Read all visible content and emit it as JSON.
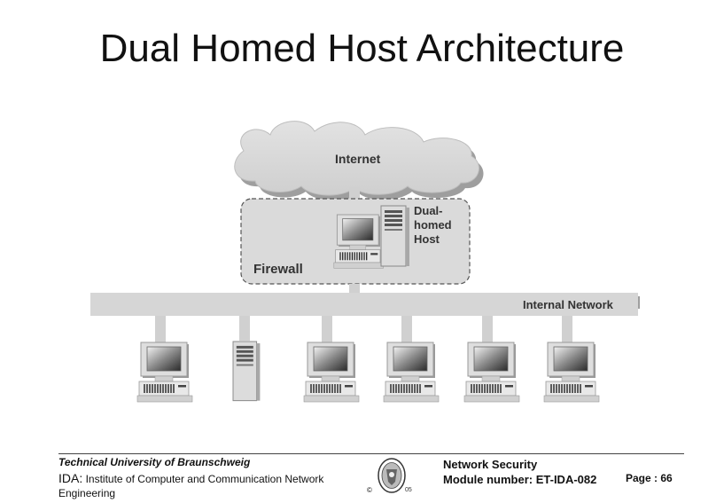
{
  "title": "Dual Homed Host Architecture",
  "diagram": {
    "internet_label": "Internet",
    "host_label_lines": [
      "Dual-",
      "homed",
      "Host"
    ],
    "firewall_label": "Firewall",
    "network_label": "Internal Network"
  },
  "footer": {
    "university": "Technical University of Braunschweig",
    "ida_prefix": "IDA:",
    "ida_text": "Institute of Computer and Communication Network Engineering",
    "copyright": "©",
    "seal_number": "05",
    "course_line1": "Network Security",
    "course_line2": "Module number: ET-IDA-082",
    "page": "Page : 66"
  }
}
